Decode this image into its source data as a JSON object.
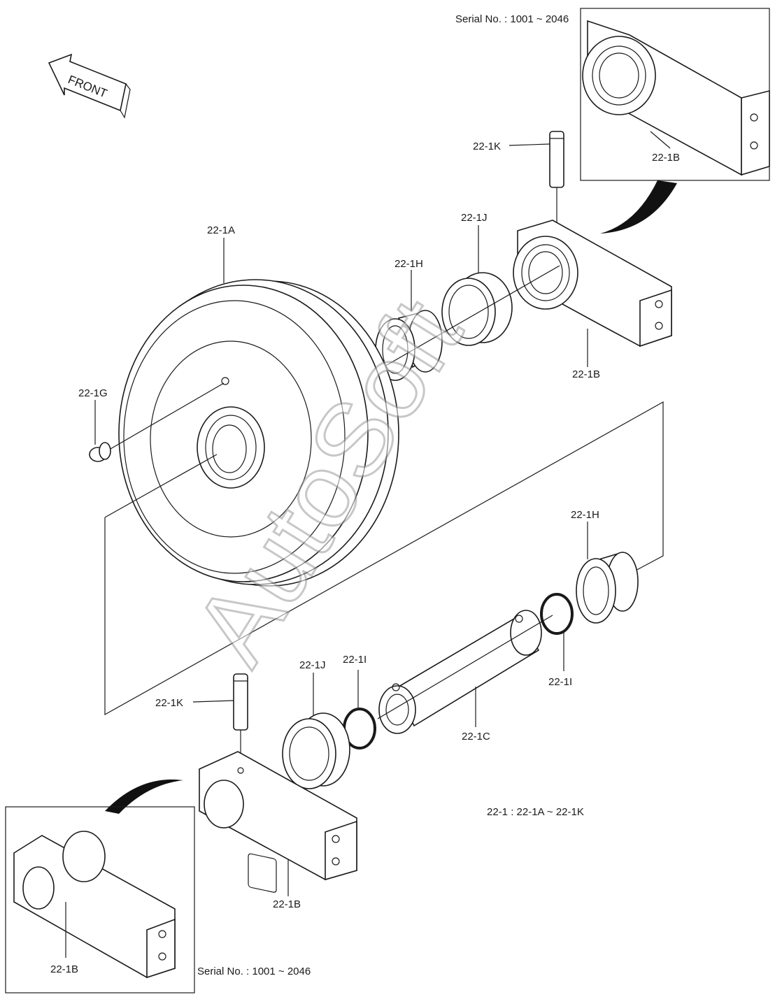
{
  "front_label": "FRONT",
  "serial_top": "Serial No. : 1001 ~ 2046",
  "serial_bottom": "Serial No. : 1001 ~ 2046",
  "assembly_note": "22-1 : 22-1A ~ 22-1K",
  "watermark": "AutoSoft",
  "parts": {
    "a": "22-1A",
    "b_inset_top": "22-1B",
    "b_right": "22-1B",
    "b_bottom": "22-1B",
    "b_inset_bottom": "22-1B",
    "c": "22-1C",
    "g": "22-1G",
    "h_top": "22-1H",
    "h_right": "22-1H",
    "i_left": "22-1I",
    "i_right": "22-1I",
    "j_top": "22-1J",
    "j_bottom": "22-1J",
    "k_top": "22-1K",
    "k_bottom": "22-1K"
  }
}
